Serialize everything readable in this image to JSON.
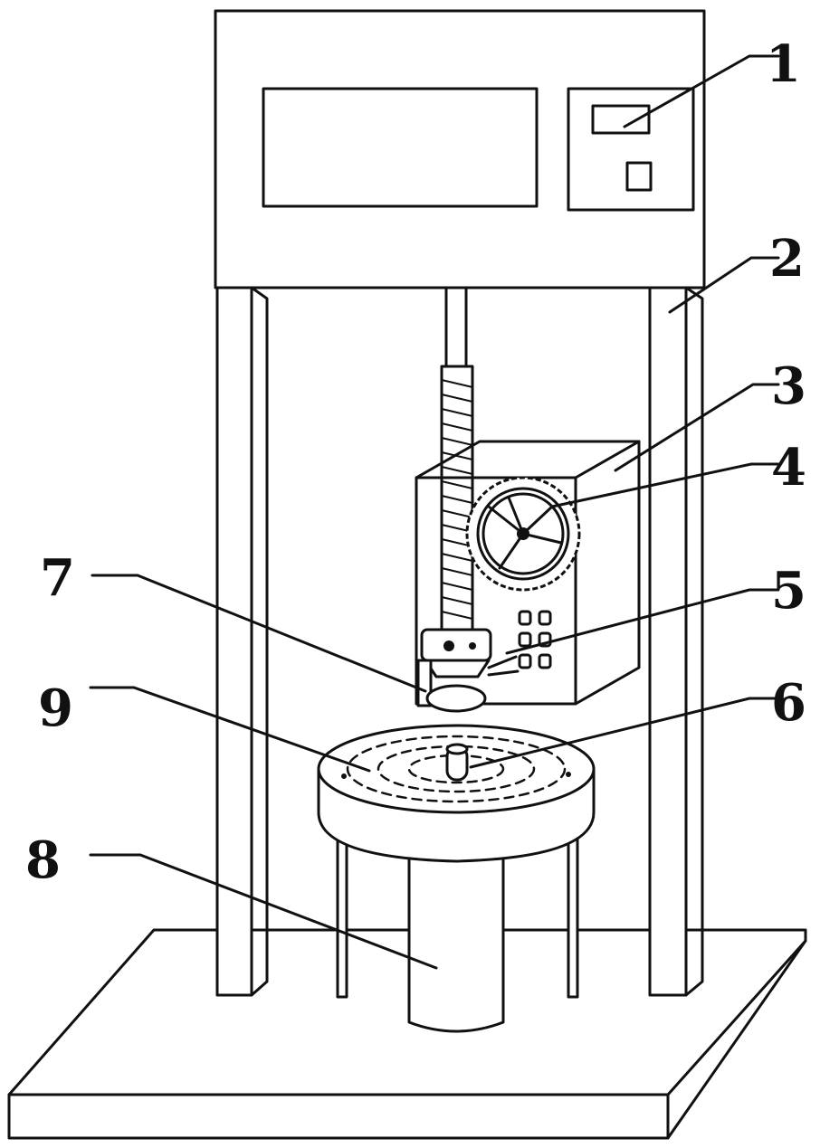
{
  "callouts": [
    {
      "id": "1",
      "label": "1"
    },
    {
      "id": "2",
      "label": "2"
    },
    {
      "id": "3",
      "label": "3"
    },
    {
      "id": "4",
      "label": "4"
    },
    {
      "id": "5",
      "label": "5"
    },
    {
      "id": "6",
      "label": "6"
    },
    {
      "id": "7",
      "label": "7"
    },
    {
      "id": "8",
      "label": "8"
    },
    {
      "id": "9",
      "label": "9"
    }
  ],
  "colors": {
    "stroke": "#111111",
    "background": "#ffffff"
  }
}
